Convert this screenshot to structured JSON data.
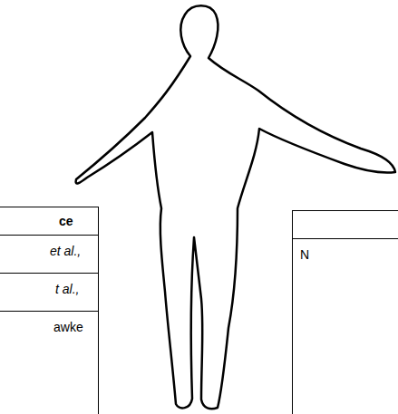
{
  "diagram": {
    "labels": [
      "ce",
      "et al.,",
      "t al.,",
      "awke",
      "N"
    ]
  }
}
